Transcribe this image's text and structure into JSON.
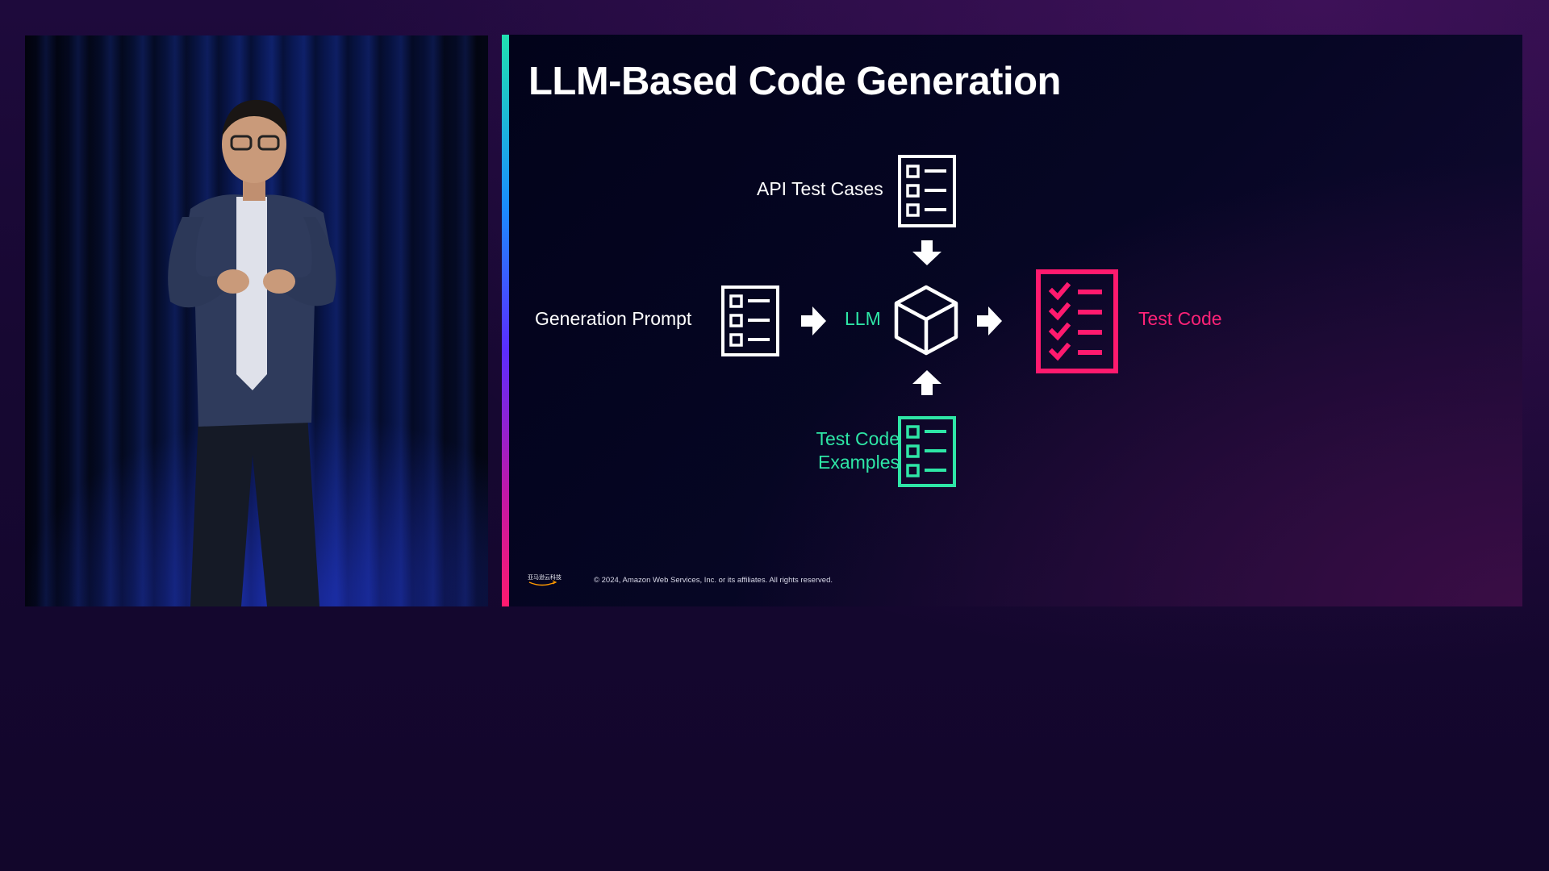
{
  "slide": {
    "title": "LLM-Based Code Generation",
    "labels": {
      "api_test_cases": "API Test Cases",
      "generation_prompt": "Generation Prompt",
      "llm": "LLM",
      "test_code": "Test Code",
      "test_code_examples_line1": "Test Code",
      "test_code_examples_line2": "Examples"
    },
    "footer": {
      "copyright": "© 2024, Amazon Web Services, Inc. or its affiliates. All rights reserved.",
      "logo_text": "亚马逊云科技"
    }
  },
  "colors": {
    "green": "#2ee6a6",
    "pink": "#ff1a6e",
    "white": "#ffffff"
  },
  "icons": {
    "api_test_cases": "checklist-icon",
    "generation_prompt": "checklist-icon",
    "llm": "cube-icon",
    "test_code": "checked-list-icon",
    "test_code_examples": "checklist-icon",
    "arrows": [
      "arrow-down-icon",
      "arrow-right-icon",
      "arrow-right-icon",
      "arrow-up-icon"
    ]
  }
}
